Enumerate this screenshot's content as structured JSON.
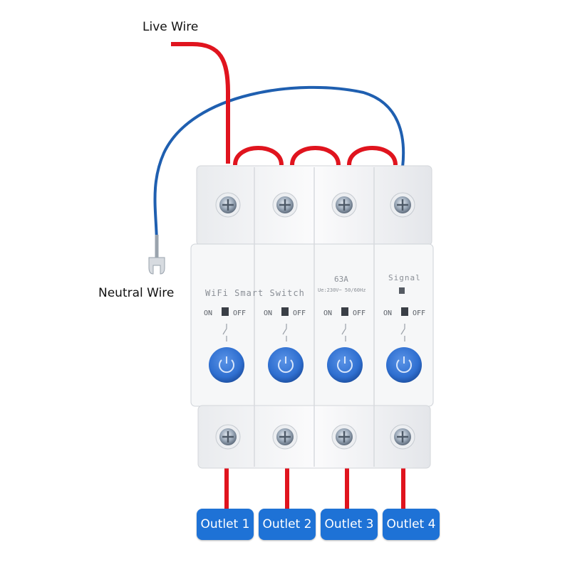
{
  "labels": {
    "live_wire": "Live Wire",
    "neutral_wire": "Neutral Wire"
  },
  "device": {
    "title": "WiFi Smart Switch",
    "rating": "63A",
    "voltage": "Ue:230V~ 50/60Hz",
    "signal": "Signal",
    "on_label": "ON",
    "off_label": "OFF"
  },
  "outlets": [
    "Outlet 1",
    "Outlet 2",
    "Outlet 3",
    "Outlet 4"
  ],
  "colors": {
    "live_wire": "#e0141e",
    "neutral_wire": "#1f5fb0",
    "button_blue": "#2f6fd0",
    "outlet_badge": "#1e72d6",
    "body": "#f4f5f7"
  }
}
